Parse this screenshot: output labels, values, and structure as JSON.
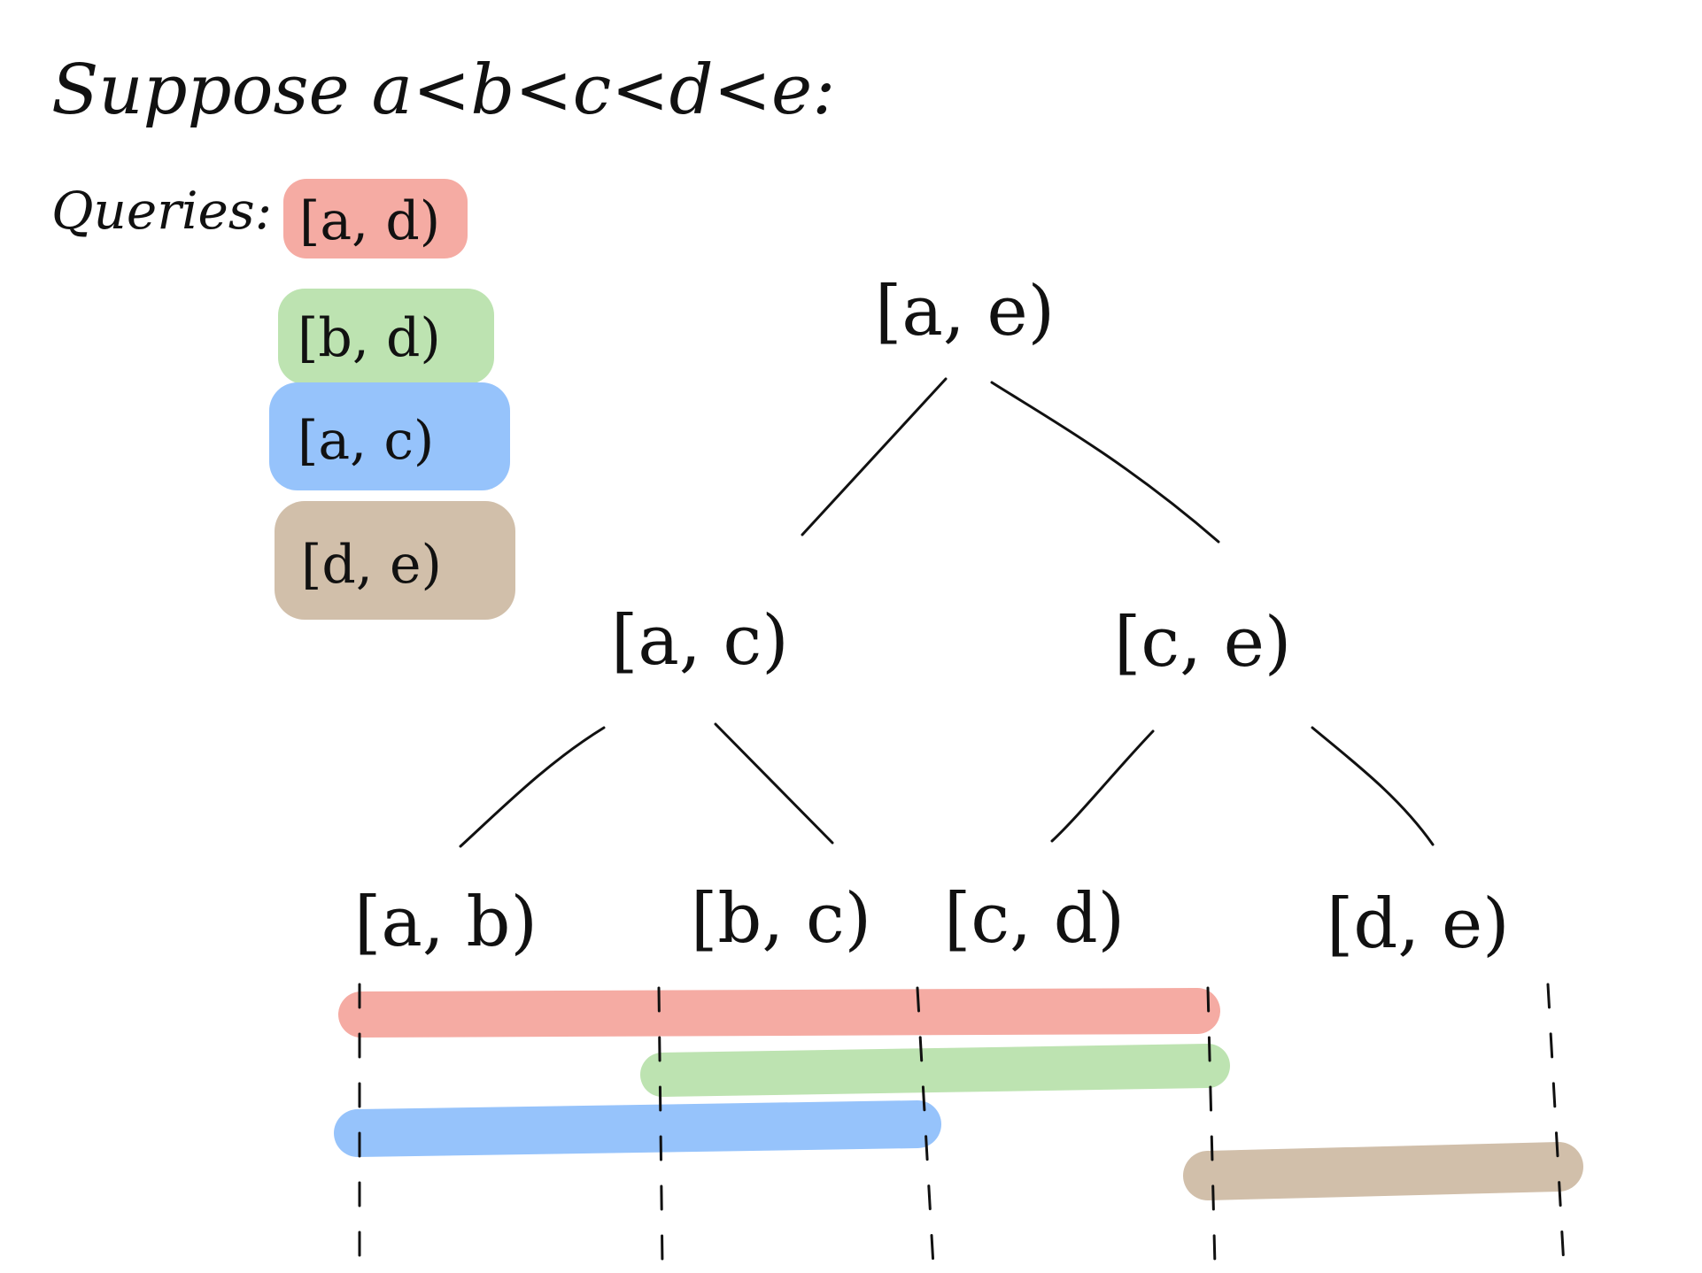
{
  "header": {
    "suppose": "Suppose a<b<c<d<e:",
    "queries_label": "Queries:"
  },
  "queries": [
    {
      "label": "[a, d)",
      "color": "#f5aba3"
    },
    {
      "label": "[b, d)",
      "color": "#bde3b1"
    },
    {
      "label": "[a, c)",
      "color": "#96c3fb"
    },
    {
      "label": "[d, e)",
      "color": "#d1bfaa"
    }
  ],
  "tree": {
    "root": "[a, e)",
    "level1": [
      "[a, c)",
      "[c, e)"
    ],
    "level2": [
      "[a, b)",
      "[b, c)",
      "[c, d)",
      "[d, e)"
    ]
  },
  "colors": {
    "ink": "#111111",
    "background": "#ffffff"
  }
}
